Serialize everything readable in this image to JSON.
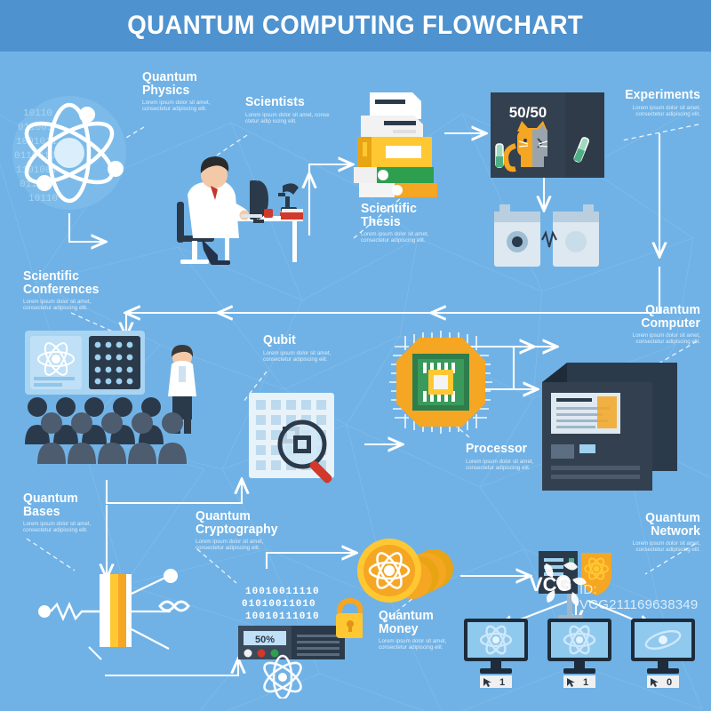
{
  "header": {
    "title": "QUANTUM COMPUTING FLOWCHART",
    "bg": "#4e93cf"
  },
  "canvas": {
    "bg": "#70b2e6",
    "line_color": "#ffffff"
  },
  "lorem": {
    "line1": "Lorem ipsum dolor sit amet,",
    "line2": "consectetur adipiscing elit."
  },
  "nodes": [
    {
      "id": "quantum-physics",
      "title": "Quantum\nPhysics",
      "desc1": "Lorem ipsum dolor sit amet,",
      "desc2": "consectetur adipiscing elit.",
      "align": "left"
    },
    {
      "id": "scientists",
      "title": "Scientists",
      "desc1": "Lorem ipsum dolor sit amet, conse",
      "desc2": "ctetur adip iscing elit.",
      "align": "left"
    },
    {
      "id": "experiments",
      "title": "Experiments",
      "desc1": "Lorem ipsum dolor sit amet,",
      "desc2": "consectetur adipiscing elit.",
      "align": "right"
    },
    {
      "id": "scientific-thesis",
      "title": "Scientific\nThesis",
      "desc1": "Lorem ipsum dolor sit amet,",
      "desc2": "consectetur adipiscing elit.",
      "align": "left"
    },
    {
      "id": "scientific-conferences",
      "title": "Scientific\nConferences",
      "desc1": "Lorem ipsum dolor sit amet,",
      "desc2": "consectetur adipiscing elit.",
      "align": "left"
    },
    {
      "id": "quantum-computer",
      "title": "Quantum\nComputer",
      "desc1": "Lorem ipsum dolor sit amet,",
      "desc2": "consectetur adipiscing elit.",
      "align": "right"
    },
    {
      "id": "qubit",
      "title": "Qubit",
      "desc1": "Lorem ipsum dolor sit amet,",
      "desc2": "consectetur adipiscing elit.",
      "align": "left"
    },
    {
      "id": "processor",
      "title": "Processor",
      "desc1": "Lorem ipsum dolor sit amet,",
      "desc2": "consectetur adipiscing elit.",
      "align": "left"
    },
    {
      "id": "quantum-bases",
      "title": "Quantum\nBases",
      "desc1": "Lorem ipsum dolor sit amet,",
      "desc2": "consectetur adipiscing elit.",
      "align": "left"
    },
    {
      "id": "quantum-cryptography",
      "title": "Quantum\nCryptography",
      "desc1": "Lorem ipsum dolor sit amet,",
      "desc2": "consectetur adipiscing elit.",
      "align": "left"
    },
    {
      "id": "quantum-money",
      "title": "Quantum\nMoney",
      "desc1": "Lorem ipsum dolor sit amet,",
      "desc2": "consectetur adipiscing elit.",
      "align": "left"
    },
    {
      "id": "quantum-network",
      "title": "Quantum\nNetwork",
      "desc1": "Lorem ipsum dolor sit amet,",
      "desc2": "consectetur adipiscing elit.",
      "align": "right"
    }
  ],
  "illustrations": {
    "atom_binary": {
      "name": "atom-binary-sphere"
    },
    "scientist_desk": {
      "name": "scientist-at-desk"
    },
    "book_stack": {
      "name": "thesis-book-stack"
    },
    "schrodinger": {
      "name": "schrodinger-cat-box",
      "readout": "50/50"
    },
    "detectors": {
      "name": "detector-cylinders"
    },
    "conference": {
      "name": "conference-audience-screen"
    },
    "qubit_grid": {
      "name": "qubit-grid-magnifier"
    },
    "chip": {
      "name": "quantum-chip"
    },
    "server": {
      "name": "quantum-computer-server"
    },
    "bases": {
      "name": "quantum-bases-prism"
    },
    "crypto": {
      "name": "cryptography-device",
      "percent": "50%",
      "binary": [
        "10010011110",
        "01010011010",
        "10010111010"
      ]
    },
    "coins": {
      "name": "quantum-money-coins"
    },
    "network": {
      "name": "quantum-network-monitors",
      "monitors": [
        {
          "icon": "atom-icon",
          "bit": "1"
        },
        {
          "icon": "atom-icon",
          "bit": "1"
        },
        {
          "icon": "orbit-icon",
          "bit": "0"
        }
      ]
    }
  },
  "watermark": {
    "logo": "VCG",
    "id": "ID: VCG211169638349"
  },
  "colors": {
    "header_bg": "#4e93cf",
    "canvas_bg": "#70b2e6",
    "white": "#ffffff",
    "gold": "#f5a623",
    "yellow": "#ffc832",
    "green": "#2e9e4f",
    "dark": "#2b3a4a",
    "red": "#d0392b"
  }
}
